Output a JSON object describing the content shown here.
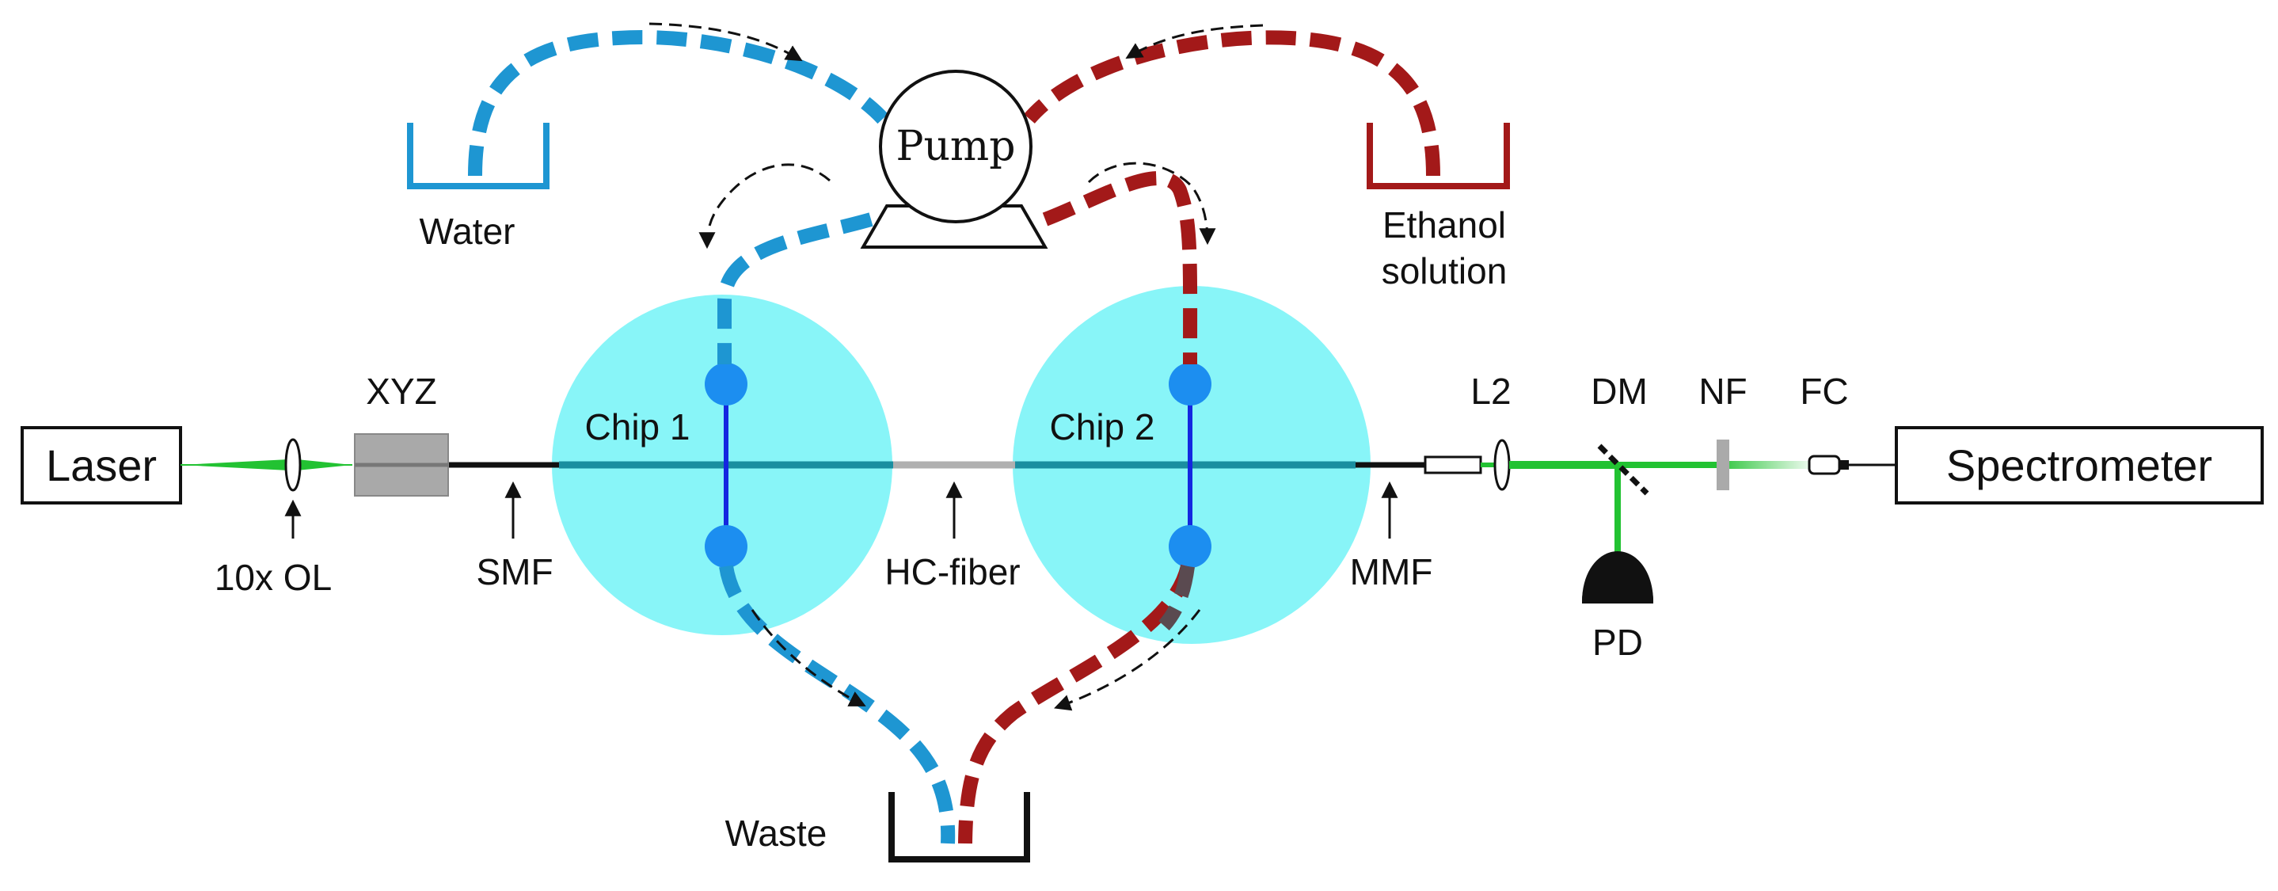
{
  "labels": {
    "laser": "Laser",
    "spectrometer": "Spectrometer",
    "pump": "Pump",
    "water": "Water",
    "ethanol_line1": "Ethanol",
    "ethanol_line2": "solution",
    "waste": "Waste",
    "chip1": "Chip 1",
    "chip2": "Chip 2",
    "xyz": "XYZ",
    "objective": "10x OL",
    "smf": "SMF",
    "hc_fiber": "HC-fiber",
    "mmf": "MMF",
    "l2": "L2",
    "dm": "DM",
    "nf": "NF",
    "fc": "FC",
    "pd": "PD"
  },
  "colors": {
    "water_tube": "#1e96d2",
    "ethanol_tube": "#a31919",
    "chip": "#88f5f8",
    "port": "#1c8ef0",
    "channel": "#1427e0",
    "laser_beam": "#22c232",
    "fiber": "#111111",
    "hc_fiber": "#b0b0b0",
    "filter": "#aaaaaa"
  }
}
